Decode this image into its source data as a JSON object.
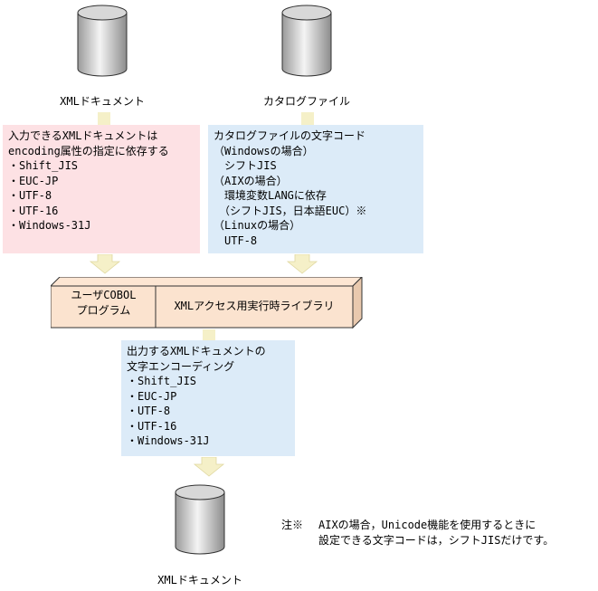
{
  "top_left_cylinder_label": "XMLドキュメント",
  "top_right_cylinder_label": "カタログファイル",
  "input_box": {
    "lines": [
      "入力できるXMLドキュメントは",
      "encoding属性の指定に依存する",
      "・Shift_JIS",
      "・EUC-JP",
      "・UTF-8",
      "・UTF-16",
      "・Windows-31J"
    ]
  },
  "catalog_box": {
    "lines": [
      "カタログファイルの文字コード",
      "（Windowsの場合）",
      "　シフトJIS",
      "（AIXの場合）",
      "　環境変数LANGに依存",
      "　（シフトJIS，日本語EUC）※",
      "（Linuxの場合）",
      "　UTF-8"
    ]
  },
  "program_block": {
    "user_program_line1": "ユーザCOBOL",
    "user_program_line2": "プログラム",
    "runtime_library": "XMLアクセス用実行時ライブラリ"
  },
  "output_box": {
    "lines": [
      "出力するXMLドキュメントの",
      "文字エンコーディング",
      "・Shift_JIS",
      "・EUC-JP",
      "・UTF-8",
      "・UTF-16",
      "・Windows-31J"
    ]
  },
  "note": {
    "marker": "注※",
    "line1": "AIXの場合，Unicode機能を使用するときに",
    "line2": "設定できる文字コードは，シフトJISだけです。"
  },
  "bottom_cylinder_label": "XMLドキュメント",
  "colors": {
    "input_box": "#fde1e4",
    "catalog_box": "#dcebf8",
    "output_box": "#dcebf8",
    "arrow": "#f5f0c8",
    "library_block": "#fbe3cf"
  }
}
